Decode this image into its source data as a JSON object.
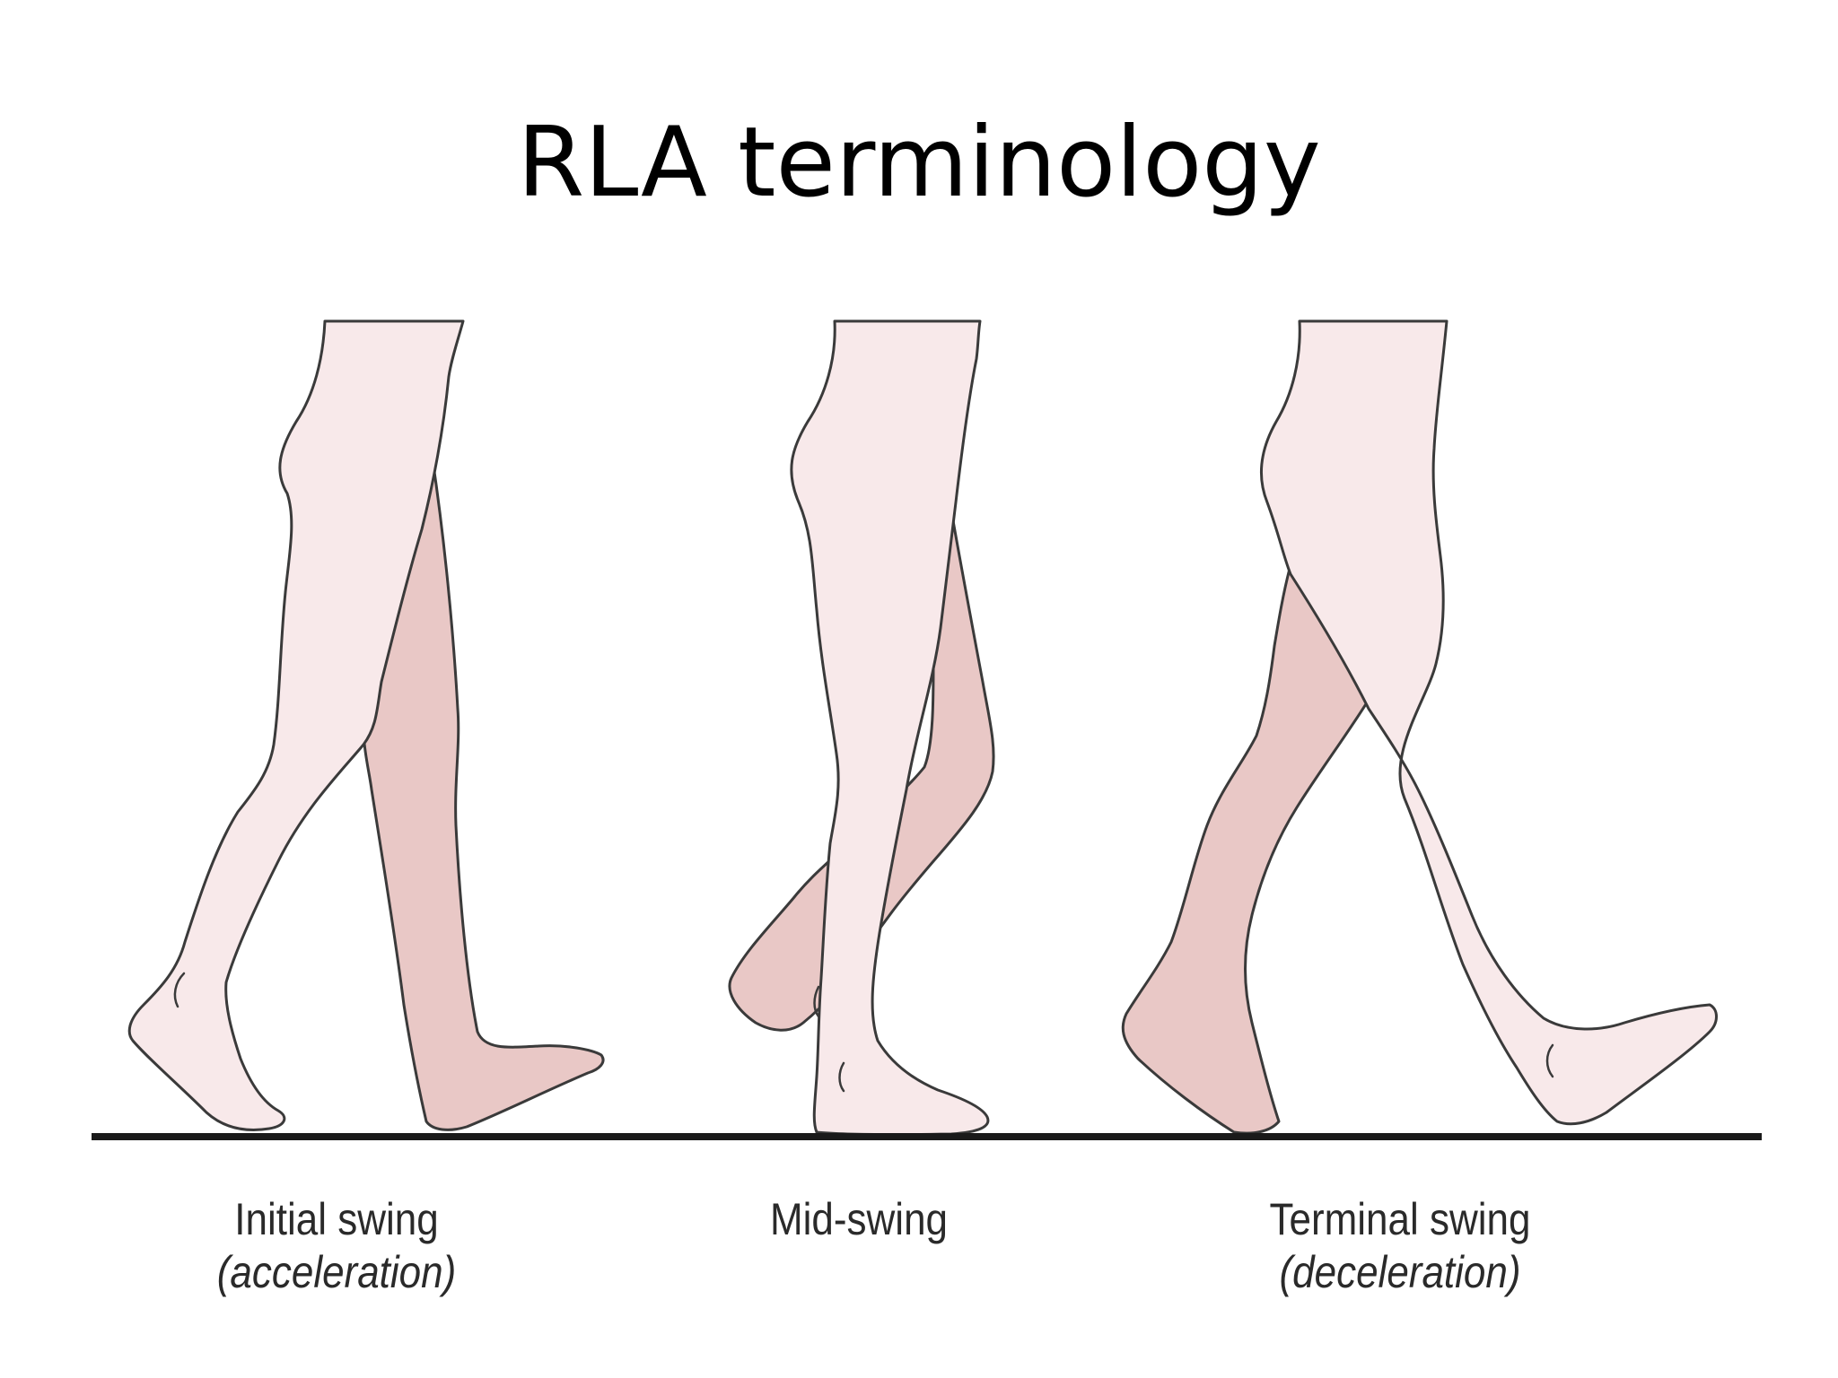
{
  "slide": {
    "title": "RLA terminology"
  },
  "diagram": {
    "phases": [
      {
        "label": "Initial swing",
        "sublabel": "(acceleration)"
      },
      {
        "label": "Mid-swing",
        "sublabel": ""
      },
      {
        "label": "Terminal swing",
        "sublabel": "(deceleration)"
      }
    ],
    "colors": {
      "stance_leg_fill": "#f8e9ea",
      "swing_leg_fill": "#e9c8c6",
      "outline": "#3a3a3a",
      "ground": "#1a1a1a"
    }
  }
}
